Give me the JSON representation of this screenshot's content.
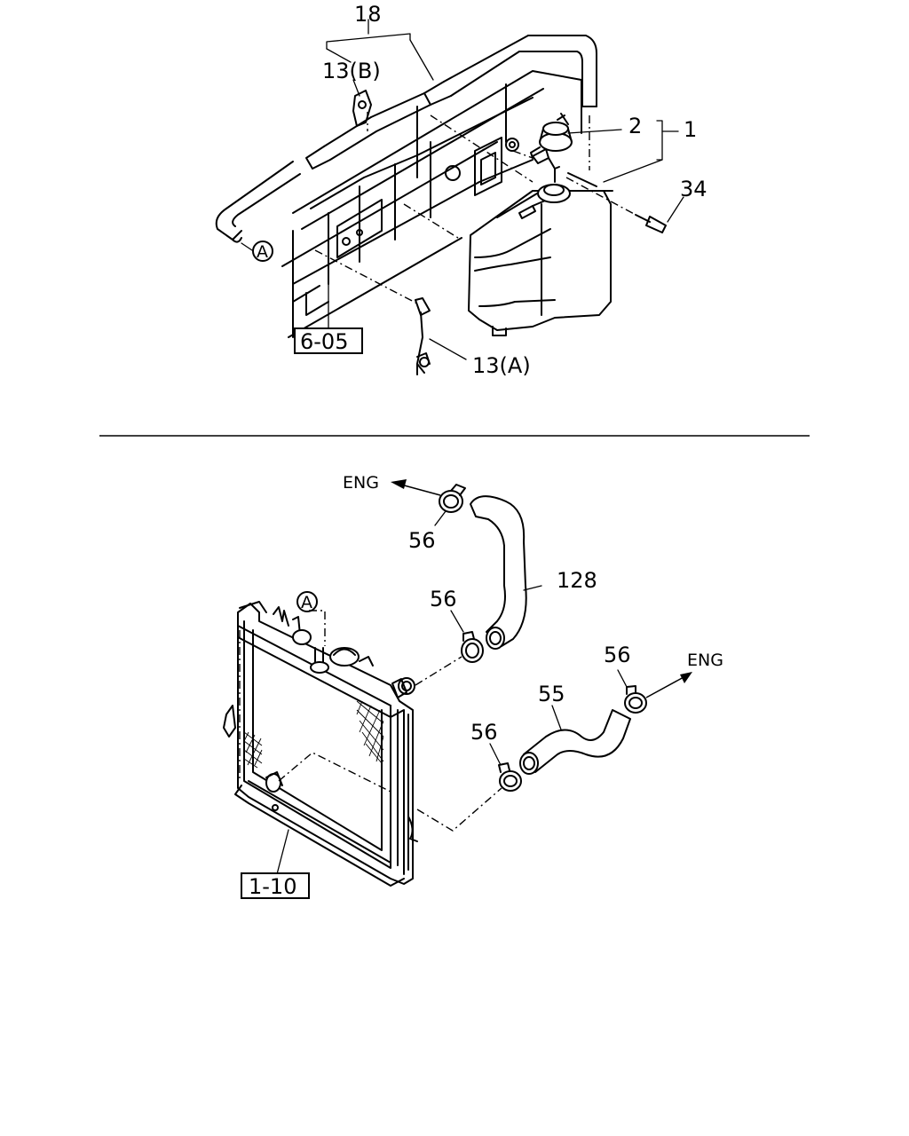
{
  "top_view": {
    "callouts": {
      "c18": "18",
      "c13b": "13(B)",
      "c2": "2",
      "c1": "1",
      "c34": "34",
      "c13a": "13(A)",
      "ref_a": "A"
    },
    "ref_box": "6-05"
  },
  "bottom_view": {
    "callouts": {
      "c56_top": "56",
      "c128": "128",
      "c56_mid": "56",
      "c56_right": "56",
      "c55": "55",
      "c56_low": "56",
      "ref_a": "A"
    },
    "eng_labels": [
      "ENG",
      "ENG"
    ],
    "ref_box": "1-10"
  }
}
